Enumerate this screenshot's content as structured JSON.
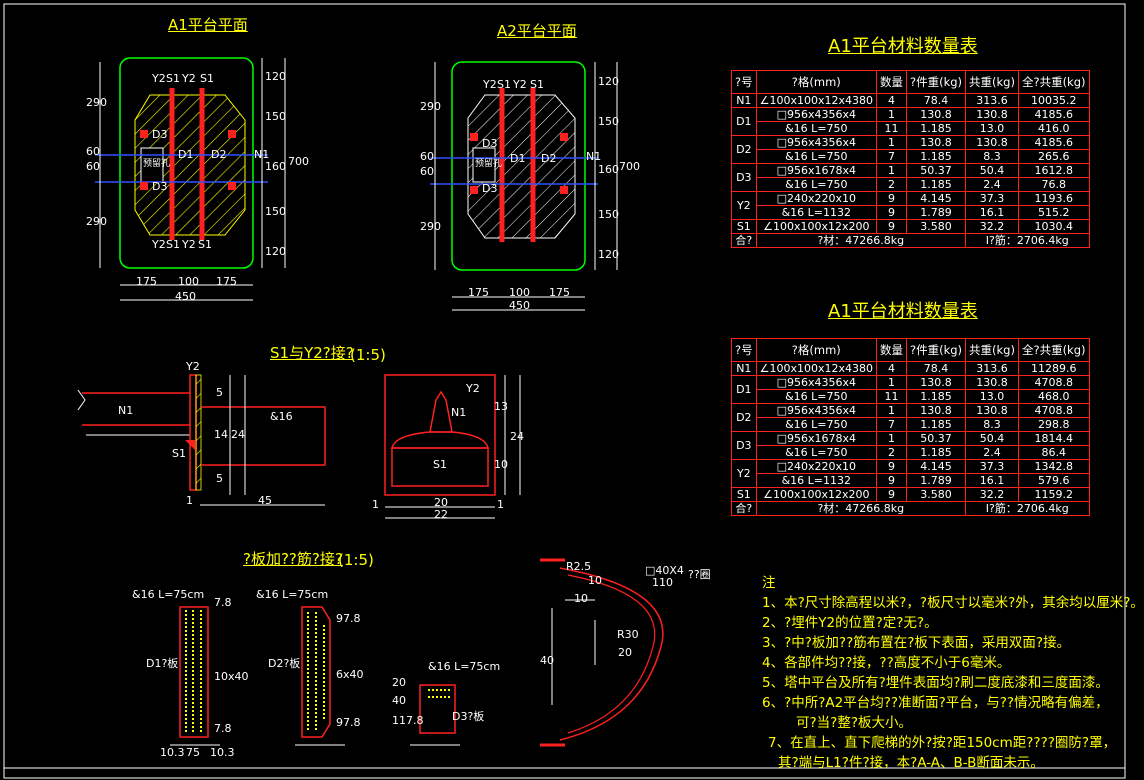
{
  "titles": {
    "plan_a1": "A1平台平面",
    "plan_a2": "A2平台平面",
    "table_top": "A1平台材料数量表",
    "table_bottom": "A1平台材料数量表",
    "detail_s1y2": "S1与Y2?接?",
    "detail_s1y2_scale": "(1:5)",
    "detail_plate": "?板加??筋?接?",
    "detail_plate_scale": "(1:5)"
  },
  "plan_a1": {
    "labels": [
      "Y2",
      "S1",
      "Y2",
      "S1",
      "S1",
      "D3",
      "D1",
      "D2",
      "D3",
      "Y2",
      "S1",
      "Y2",
      "S1",
      "S1",
      "Y2",
      "S1",
      "Y2",
      "S1",
      "Y2",
      "S1",
      "Y2",
      "S1",
      "N1",
      "预留孔"
    ],
    "dims_left": [
      "290",
      "60",
      "60",
      "290"
    ],
    "dims_right": [
      "120",
      "150",
      "160",
      "150",
      "120"
    ],
    "dim_total_right": "700",
    "dims_bottom": [
      "175",
      "100",
      "175"
    ],
    "dim_total_bottom": "450"
  },
  "plan_a2": {
    "labels": [
      "Y2",
      "S1",
      "Y2",
      "S1",
      "S1",
      "D3",
      "D1",
      "D2",
      "D3",
      "N1",
      "预留孔"
    ],
    "dims_left": [
      "290",
      "60",
      "60",
      "290"
    ],
    "dims_right": [
      "120",
      "150",
      "160",
      "150",
      "120"
    ],
    "dim_total_right": "700",
    "dims_bottom": [
      "175",
      "100",
      "175"
    ],
    "dim_total_bottom": "450"
  },
  "table_top": {
    "headers": [
      "?号",
      "?格(mm)",
      "数量",
      "?件重(kg)",
      "共重(kg)",
      "全?共重(kg)"
    ],
    "rows": [
      [
        "N1",
        "∠100x100x12x4380",
        "4",
        "78.4",
        "313.6",
        "10035.2"
      ],
      [
        "D1",
        "□956x4356x4",
        "1",
        "130.8",
        "130.8",
        "4185.6"
      ],
      [
        "",
        "&16  L=750",
        "11",
        "1.185",
        "13.0",
        "416.0"
      ],
      [
        "D2",
        "□956x4356x4",
        "1",
        "130.8",
        "130.8",
        "4185.6"
      ],
      [
        "",
        "&16  L=750",
        "7",
        "1.185",
        "8.3",
        "265.6"
      ],
      [
        "D3",
        "□956x1678x4",
        "1",
        "50.37",
        "50.4",
        "1612.8"
      ],
      [
        "",
        "&16  L=750",
        "2",
        "1.185",
        "2.4",
        "76.8"
      ],
      [
        "Y2",
        "□240x220x10",
        "9",
        "4.145",
        "37.3",
        "1193.6"
      ],
      [
        "",
        "&16  L=1132",
        "9",
        "1.789",
        "16.1",
        "515.2"
      ],
      [
        "S1",
        "∠100x100x12x200",
        "9",
        "3.580",
        "32.2",
        "1030.4"
      ]
    ],
    "total": [
      "合?",
      "?材：47266.8kg",
      "I?筋：2706.4kg"
    ]
  },
  "table_bottom": {
    "headers": [
      "?号",
      "?格(mm)",
      "数量",
      "?件重(kg)",
      "共重(kg)",
      "全?共重(kg)"
    ],
    "rows": [
      [
        "N1",
        "∠100x100x12x4380",
        "4",
        "78.4",
        "313.6",
        "11289.6"
      ],
      [
        "D1",
        "□956x4356x4",
        "1",
        "130.8",
        "130.8",
        "4708.8"
      ],
      [
        "",
        "&16  L=750",
        "11",
        "1.185",
        "13.0",
        "468.0"
      ],
      [
        "D2",
        "□956x4356x4",
        "1",
        "130.8",
        "130.8",
        "4708.8"
      ],
      [
        "",
        "&16  L=750",
        "7",
        "1.185",
        "8.3",
        "298.8"
      ],
      [
        "D3",
        "□956x1678x4",
        "1",
        "50.37",
        "50.4",
        "1814.4"
      ],
      [
        "",
        "&16  L=750",
        "2",
        "1.185",
        "2.4",
        "86.4"
      ],
      [
        "Y2",
        "□240x220x10",
        "9",
        "4.145",
        "37.3",
        "1342.8"
      ],
      [
        "",
        "&16  L=1132",
        "9",
        "1.789",
        "16.1",
        "579.6"
      ],
      [
        "S1",
        "∠100x100x12x200",
        "9",
        "3.580",
        "32.2",
        "1159.2"
      ]
    ],
    "total": [
      "合?",
      "?材：47266.8kg",
      "I?筋：2706.4kg"
    ]
  },
  "detail_s1y2": {
    "labels": [
      "Y2",
      "N1",
      "S1",
      "&16",
      "1",
      "45",
      "5",
      "14",
      "24",
      "5"
    ],
    "right_labels": [
      "Y2",
      "N1",
      "S1",
      "13",
      "10",
      "24",
      "1",
      "20",
      "22",
      "1"
    ]
  },
  "detail_plate": {
    "rebar": "&16  L=75cm",
    "labels": [
      "D1?板",
      "D2?板",
      "D3?板"
    ],
    "dims": [
      "7.8",
      "10x40",
      "7.8",
      "97.8",
      "6x40",
      "97.8",
      "20",
      "40",
      "117.8",
      "10.3",
      "75",
      "10.3"
    ]
  },
  "detail_ring": {
    "labels": [
      "□40X4",
      "110",
      "??圈",
      "R2.5",
      "10",
      "10",
      "R30",
      "20",
      "40"
    ]
  },
  "notes": {
    "heading": "注",
    "items": [
      "1、本?尺寸除高程以米?，?板尺寸以毫米?外，其余均以厘米?。",
      "2、?埋件Y2的位置?定?无?。",
      "3、?中?板加??筋布置在?板下表面，采用双面?接。",
      "4、各部件均??接，??高度不小于6毫米。",
      "5、塔中平台及所有?埋件表面均?刷二度底漆和三度面漆。",
      "6、?中所?A2平台均??准断面?平台，与??情况略有偏差，",
      "可?当?整?板大小。",
      "7、在直上、直下爬梯的外?按?距150cm距????圈防?罩，",
      "其?端与L1?件?接，本?A-A、B-B断面未示。"
    ]
  }
}
